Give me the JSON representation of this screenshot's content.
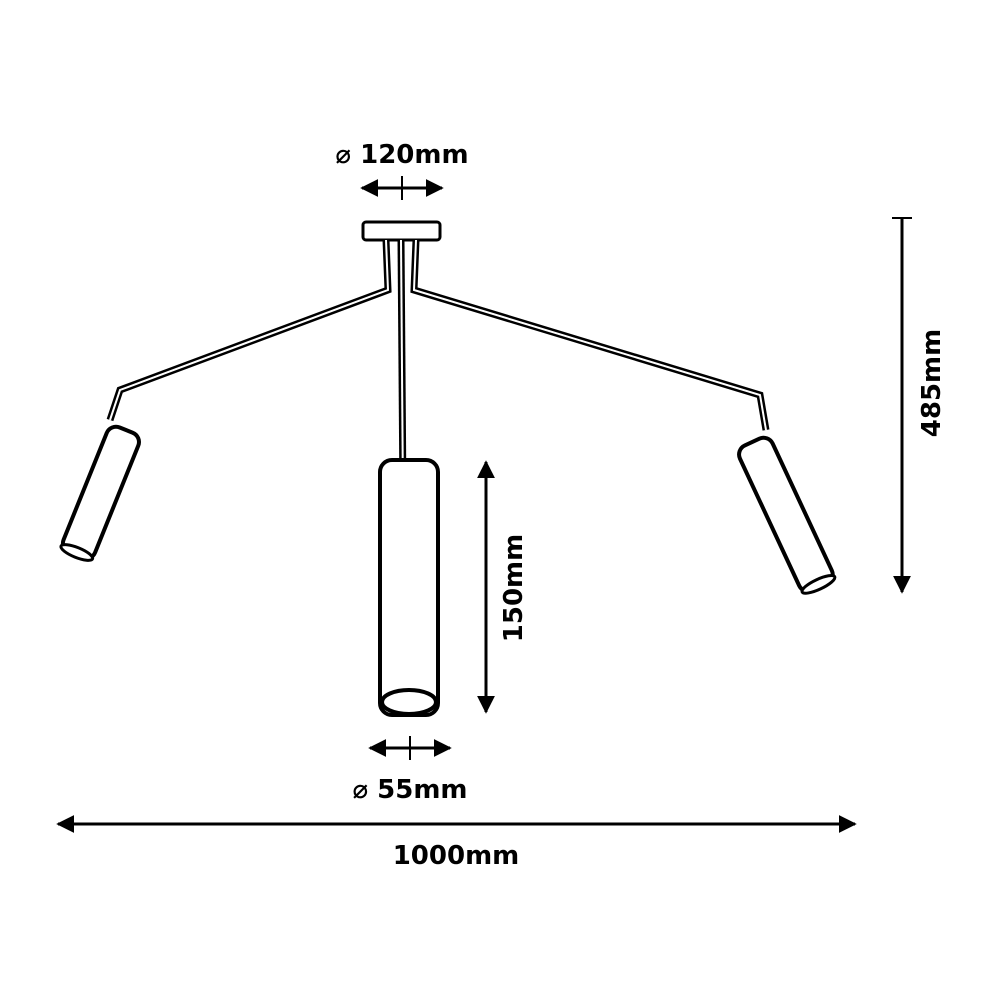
{
  "dimensions": {
    "canopy_diameter": "⌀ 120mm",
    "shade_diameter": "⌀ 55mm",
    "total_width": "1000mm",
    "total_height": "485mm",
    "shade_length": "150mm"
  },
  "colors": {
    "line": "#000000",
    "fill": "#ffffff"
  }
}
